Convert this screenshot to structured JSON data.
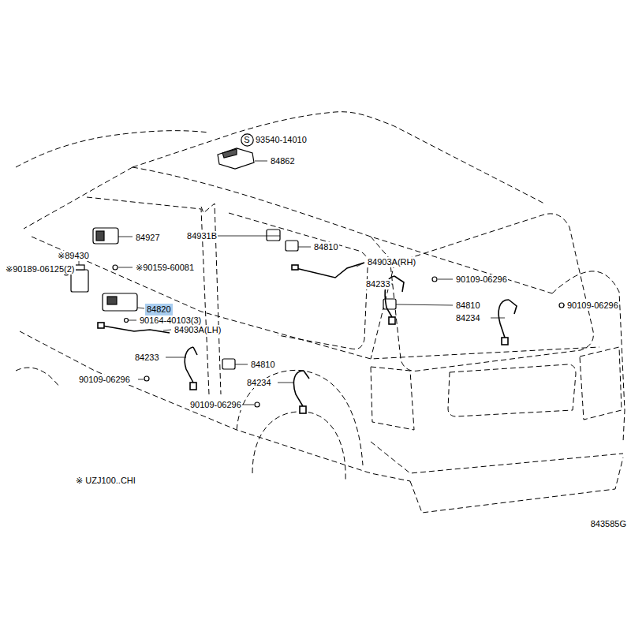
{
  "diagram": {
    "nodes": [
      {
        "text": [
          "S"
        ]
      },
      {
        "text": [
          "84820"
        ]
      }
    ],
    "labels": [
      "93540-14010",
      "84862",
      "84927",
      "※89430",
      "※90189-06125(2)",
      "※90159-60081",
      "84931B",
      "84810",
      "84903A(RH)",
      "84233",
      "90109-06296",
      "84810",
      "84234",
      "90109-06296",
      "90164-40103(3)",
      "84903A(LH)",
      "84233",
      "84810",
      "90109-06296",
      "84234",
      "90109-06296",
      "※ UZJ100..CHI",
      "843585G"
    ]
  }
}
